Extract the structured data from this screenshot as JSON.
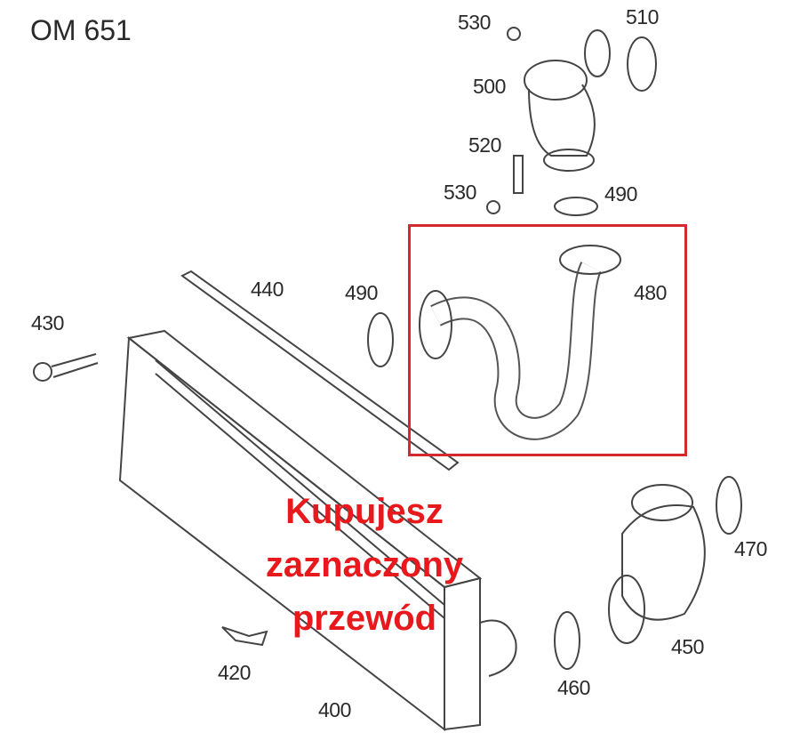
{
  "title": "OM 651",
  "part_labels": {
    "p530a": "530",
    "p510": "510",
    "p500": "500",
    "p520": "520",
    "p530b": "530",
    "p490a": "490",
    "p440": "440",
    "p490b": "490",
    "p480": "480",
    "p430": "430",
    "p470": "470",
    "p450": "450",
    "p460": "460",
    "p420": "420",
    "p400": "400"
  },
  "note": {
    "line1": "Kupujesz",
    "line2": "zaznaczony",
    "line3": "przewód"
  },
  "colors": {
    "highlight": "#d42a2f",
    "note": "#e8191c",
    "line": "#444444"
  }
}
